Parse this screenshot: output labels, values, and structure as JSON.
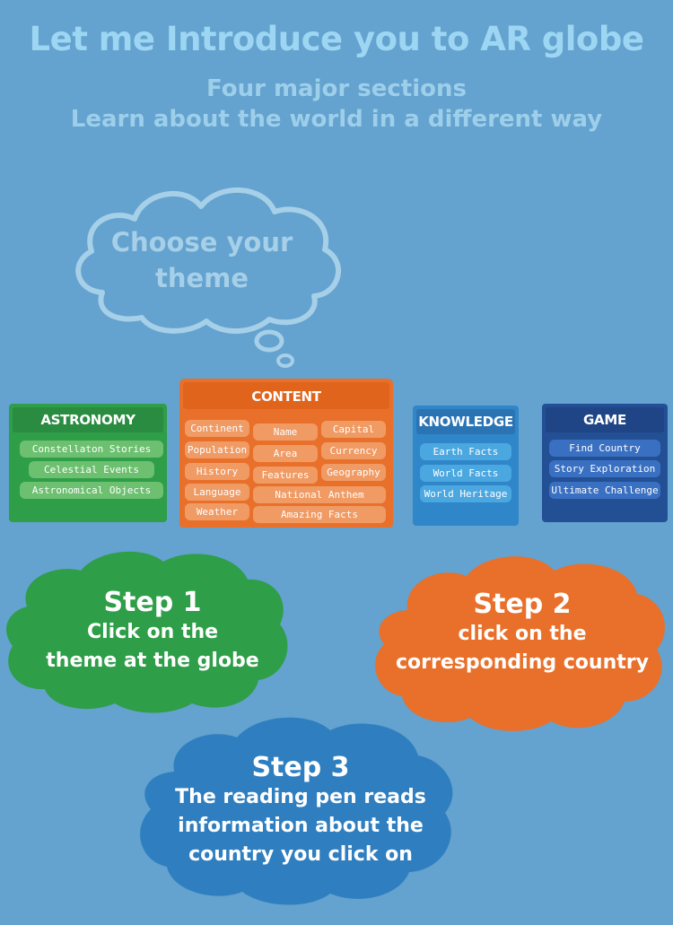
{
  "header": {
    "title": "Let me Introduce you to AR globe",
    "subtitle1": "Four major sections",
    "subtitle2": "Learn about the world in a different way"
  },
  "bubble": {
    "line1": "Choose your",
    "line2": "theme"
  },
  "panels": {
    "astronomy": {
      "title": "ASTRONOMY",
      "items": [
        "Constellaton Stories",
        "Celestial Events",
        "Astronomical Objects"
      ]
    },
    "content": {
      "title": "CONTENT",
      "items": [
        "Continent",
        "Name",
        "Capital",
        "Population",
        "Area",
        "Currency",
        "History",
        "Features",
        "Geography",
        "Language",
        "National Anthem",
        "Weather",
        "Amazing Facts"
      ]
    },
    "knowledge": {
      "title": "KNOWLEDGE",
      "items": [
        "Earth Facts",
        "World Facts",
        "World Heritage"
      ]
    },
    "game": {
      "title": "GAME",
      "items": [
        "Find Country",
        "Story Exploration",
        "Ultimate Challenge"
      ]
    }
  },
  "steps": [
    {
      "heading": "Step 1",
      "line1": "Click on the",
      "line2": "theme at the globe"
    },
    {
      "heading": "Step 2",
      "line1": "click on the",
      "line2": "corresponding country"
    },
    {
      "heading": "Step 3",
      "line1": "The reading pen reads",
      "line2": "information about the",
      "line3": "country you click on"
    }
  ],
  "colors": {
    "background": "#64a2cf",
    "green": "#2e9e48",
    "orange": "#e8702a",
    "blue": "#2f86c8",
    "navy": "#234f95"
  }
}
